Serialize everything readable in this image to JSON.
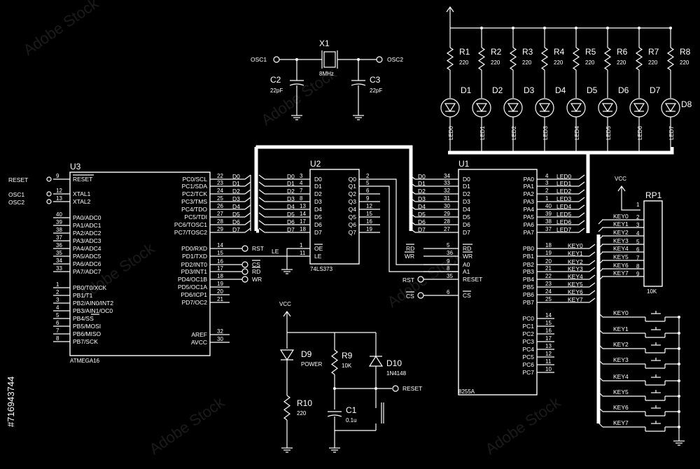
{
  "watermark": {
    "text": "Adobe Stock",
    "id": "#716943744"
  },
  "u3": {
    "ref": "U3",
    "part": "ATMEGA16",
    "left_pins": [
      {
        "num": "9",
        "name": "RESET"
      },
      {
        "num": "12",
        "name": "XTAL1"
      },
      {
        "num": "13",
        "name": "XTAL2"
      },
      {
        "num": "40",
        "name": "PA0/ADC0"
      },
      {
        "num": "39",
        "name": "PA1/ADC1"
      },
      {
        "num": "38",
        "name": "PA2/ADC2"
      },
      {
        "num": "37",
        "name": "PA3/ADC3"
      },
      {
        "num": "36",
        "name": "PA4/ADC4"
      },
      {
        "num": "35",
        "name": "PA5/ADC5"
      },
      {
        "num": "34",
        "name": "PA6/ADC6"
      },
      {
        "num": "33",
        "name": "PA7/ADC7"
      },
      {
        "num": "1",
        "name": "PB0/T0/XCK"
      },
      {
        "num": "2",
        "name": "PB1/T1"
      },
      {
        "num": "3",
        "name": "PB2/AIN0/INT2"
      },
      {
        "num": "4",
        "name": "PB3/AIN1/OC0"
      },
      {
        "num": "5",
        "name": "PB4/SS"
      },
      {
        "num": "6",
        "name": "PB5/MOSI"
      },
      {
        "num": "7",
        "name": "PB6/MISO"
      },
      {
        "num": "8",
        "name": "PB7/SCK"
      }
    ],
    "right_pins": [
      {
        "num": "22",
        "name": "PC0/SCL",
        "net": "D0"
      },
      {
        "num": "23",
        "name": "PC1/SDA",
        "net": "D1"
      },
      {
        "num": "24",
        "name": "PC2/TCK",
        "net": "D2"
      },
      {
        "num": "25",
        "name": "PC3/TMS",
        "net": "D3"
      },
      {
        "num": "26",
        "name": "PC4/TDO",
        "net": "D4"
      },
      {
        "num": "27",
        "name": "PC5/TDI",
        "net": "D5"
      },
      {
        "num": "28",
        "name": "PC6/TOSC1",
        "net": "D6"
      },
      {
        "num": "29",
        "name": "PC7/TOSC2",
        "net": "D7"
      },
      {
        "num": "14",
        "name": "PD0/RXD",
        "net": "RST"
      },
      {
        "num": "15",
        "name": "PD1/TXD",
        "net": "LE"
      },
      {
        "num": "16",
        "name": "PD2/INT0",
        "net": "CS"
      },
      {
        "num": "17",
        "name": "PD3/INT1",
        "net": "RD"
      },
      {
        "num": "18",
        "name": "PD4/OC1B",
        "net": "WR"
      },
      {
        "num": "19",
        "name": "PD5/OC1A",
        "net": ""
      },
      {
        "num": "20",
        "name": "PD6/ICP1",
        "net": ""
      },
      {
        "num": "21",
        "name": "PD7/OC2",
        "net": ""
      },
      {
        "num": "32",
        "name": "AREF",
        "net": ""
      },
      {
        "num": "30",
        "name": "AVCC",
        "net": ""
      }
    ],
    "ext_left": [
      "RESET",
      "OSC1",
      "OSC2"
    ]
  },
  "u2": {
    "ref": "U2",
    "part": "74LS373",
    "d_pins": [
      {
        "num": "3",
        "name": "D0",
        "net": "D0"
      },
      {
        "num": "4",
        "name": "D1",
        "net": "D1"
      },
      {
        "num": "7",
        "name": "D2",
        "net": "D2"
      },
      {
        "num": "8",
        "name": "D3",
        "net": "D3"
      },
      {
        "num": "13",
        "name": "D4",
        "net": "D4"
      },
      {
        "num": "14",
        "name": "D5",
        "net": "D5"
      },
      {
        "num": "17",
        "name": "D6",
        "net": "D6"
      },
      {
        "num": "18",
        "name": "D7",
        "net": "D7"
      }
    ],
    "q_pins": [
      {
        "num": "2",
        "name": "Q0"
      },
      {
        "num": "5",
        "name": "Q1"
      },
      {
        "num": "6",
        "name": "Q2"
      },
      {
        "num": "9",
        "name": "Q3"
      },
      {
        "num": "12",
        "name": "Q4"
      },
      {
        "num": "15",
        "name": "Q5"
      },
      {
        "num": "16",
        "name": "Q6"
      },
      {
        "num": "19",
        "name": "Q7"
      }
    ],
    "oe": {
      "num": "1",
      "name": "OE"
    },
    "le": {
      "num": "11",
      "name": "LE"
    }
  },
  "u1": {
    "ref": "U1",
    "part": "8255A",
    "d_pins": [
      {
        "num": "34",
        "name": "D0",
        "net": "D0"
      },
      {
        "num": "33",
        "name": "D1",
        "net": "D1"
      },
      {
        "num": "32",
        "name": "D2",
        "net": "D2"
      },
      {
        "num": "31",
        "name": "D3",
        "net": "D3"
      },
      {
        "num": "30",
        "name": "D4",
        "net": "D4"
      },
      {
        "num": "29",
        "name": "D5",
        "net": "D5"
      },
      {
        "num": "28",
        "name": "D6",
        "net": "D6"
      },
      {
        "num": "27",
        "name": "D7",
        "net": "D7"
      }
    ],
    "ctl_pins": [
      {
        "num": "5",
        "name": "RD",
        "net": "RD"
      },
      {
        "num": "36",
        "name": "WR",
        "net": "WR"
      },
      {
        "num": "9",
        "name": "A0",
        "net": ""
      },
      {
        "num": "8",
        "name": "A1",
        "net": ""
      },
      {
        "num": "35",
        "name": "RESET",
        "net": "RST"
      },
      {
        "num": "6",
        "name": "CS",
        "net": "CS"
      }
    ],
    "pa_pins": [
      {
        "num": "4",
        "name": "PA0",
        "net": "LED0"
      },
      {
        "num": "3",
        "name": "PA1",
        "net": "LED1"
      },
      {
        "num": "2",
        "name": "PA2",
        "net": "LED2"
      },
      {
        "num": "1",
        "name": "PA3",
        "net": "LED3"
      },
      {
        "num": "40",
        "name": "PA4",
        "net": "LED4"
      },
      {
        "num": "39",
        "name": "PA5",
        "net": "LED5"
      },
      {
        "num": "38",
        "name": "PA6",
        "net": "LED6"
      },
      {
        "num": "37",
        "name": "PA7",
        "net": "LED7"
      }
    ],
    "pb_pins": [
      {
        "num": "18",
        "name": "PB0",
        "net": "KEY0"
      },
      {
        "num": "19",
        "name": "PB1",
        "net": "KEY1"
      },
      {
        "num": "20",
        "name": "PB2",
        "net": "KEY2"
      },
      {
        "num": "21",
        "name": "PB3",
        "net": "KEY3"
      },
      {
        "num": "22",
        "name": "PB4",
        "net": "KEY4"
      },
      {
        "num": "23",
        "name": "PB5",
        "net": "KEY5"
      },
      {
        "num": "24",
        "name": "PB6",
        "net": "KEY6"
      },
      {
        "num": "25",
        "name": "PB7",
        "net": "KEY7"
      }
    ],
    "pc_pins": [
      {
        "num": "14",
        "name": "PC0"
      },
      {
        "num": "15",
        "name": "PC1"
      },
      {
        "num": "16",
        "name": "PC2"
      },
      {
        "num": "17",
        "name": "PC3"
      },
      {
        "num": "13",
        "name": "PC4"
      },
      {
        "num": "12",
        "name": "PC5"
      },
      {
        "num": "11",
        "name": "PC6"
      },
      {
        "num": "10",
        "name": "PC7"
      }
    ]
  },
  "oscillator": {
    "x1": {
      "ref": "X1",
      "value": "8MHz"
    },
    "c2": {
      "ref": "C2",
      "value": "22pF"
    },
    "c3": {
      "ref": "C3",
      "value": "22pF"
    },
    "left_net": "OSC1",
    "right_net": "OSC2"
  },
  "leds": {
    "vcc_note": "",
    "resistors": [
      {
        "ref": "R1",
        "value": "220"
      },
      {
        "ref": "R2",
        "value": "220"
      },
      {
        "ref": "R3",
        "value": "220"
      },
      {
        "ref": "R4",
        "value": "220"
      },
      {
        "ref": "R5",
        "value": "220"
      },
      {
        "ref": "R6",
        "value": "220"
      },
      {
        "ref": "R7",
        "value": "220"
      },
      {
        "ref": "R8",
        "value": "220"
      }
    ],
    "diodes": [
      {
        "ref": "D1",
        "net": "LED0"
      },
      {
        "ref": "D2",
        "net": "LED1"
      },
      {
        "ref": "D3",
        "net": "LED2"
      },
      {
        "ref": "D4",
        "net": "LED3"
      },
      {
        "ref": "D5",
        "net": "LED4"
      },
      {
        "ref": "D6",
        "net": "LED5"
      },
      {
        "ref": "D7",
        "net": "LED6"
      },
      {
        "ref": "D8",
        "net": "LED7"
      }
    ]
  },
  "reset_circuit": {
    "vcc": "VCC",
    "d9": {
      "ref": "D9",
      "value": "POWER"
    },
    "r9": {
      "ref": "R9",
      "value": "10K"
    },
    "d10": {
      "ref": "D10",
      "value": "1N4148"
    },
    "r10": {
      "ref": "R10",
      "value": "220"
    },
    "c1": {
      "ref": "C1",
      "value": "0.1u"
    },
    "net": "RESET"
  },
  "rp1": {
    "ref": "RP1",
    "value": "10K",
    "vcc": "VCC",
    "pins": [
      {
        "num": "1",
        "net": ""
      },
      {
        "num": "2",
        "net": "KEY0"
      },
      {
        "num": "3",
        "net": "KEY1"
      },
      {
        "num": "4",
        "net": "KEY2"
      },
      {
        "num": "5",
        "net": "KEY3"
      },
      {
        "num": "6",
        "net": "KEY4"
      },
      {
        "num": "7",
        "net": "KEY5"
      },
      {
        "num": "8",
        "net": "KEY6"
      },
      {
        "num": "9",
        "net": "KEY7"
      }
    ]
  },
  "keys": {
    "labels": [
      "KEY0",
      "KEY1",
      "KEY2",
      "KEY3",
      "KEY4",
      "KEY5",
      "KEY6",
      "KEY7"
    ]
  },
  "nets": {
    "rst": "RST",
    "le": "LE",
    "cs": "CS",
    "rd": "RD",
    "wr": "WR",
    "reset": "RESET",
    "cs2": "CS"
  }
}
